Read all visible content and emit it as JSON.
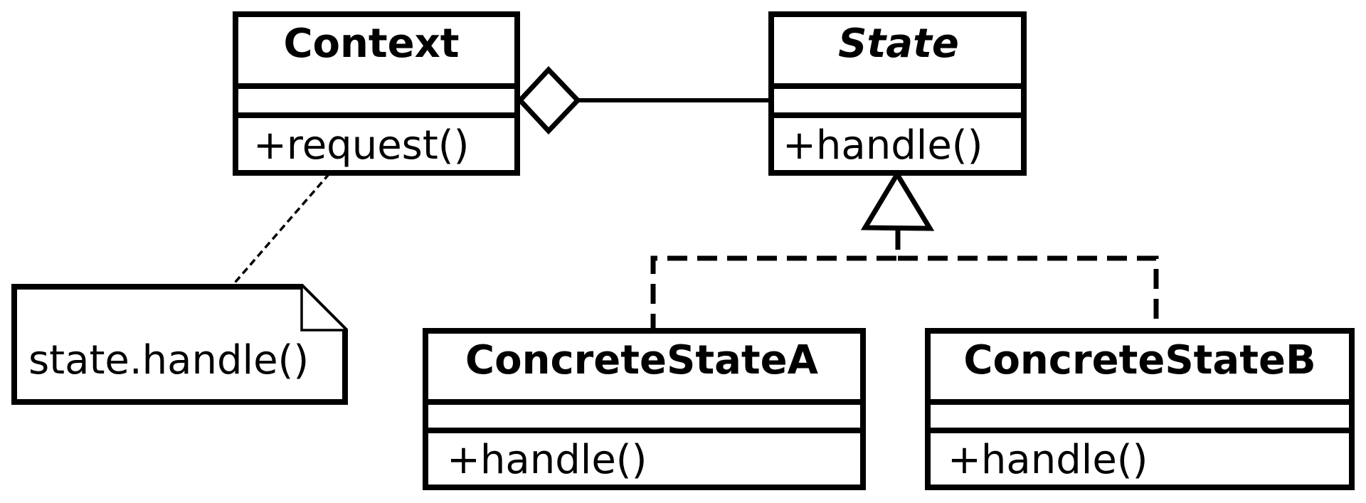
{
  "diagram": {
    "classes": {
      "context": {
        "name": "Context",
        "operation": "+request()"
      },
      "state": {
        "name": "State",
        "operation": "+handle()"
      },
      "concrete_a": {
        "name": "ConcreteStateA",
        "operation": "+handle()"
      },
      "concrete_b": {
        "name": "ConcreteStateB",
        "operation": "+handle()"
      }
    },
    "note": {
      "text": "state.handle()"
    }
  }
}
